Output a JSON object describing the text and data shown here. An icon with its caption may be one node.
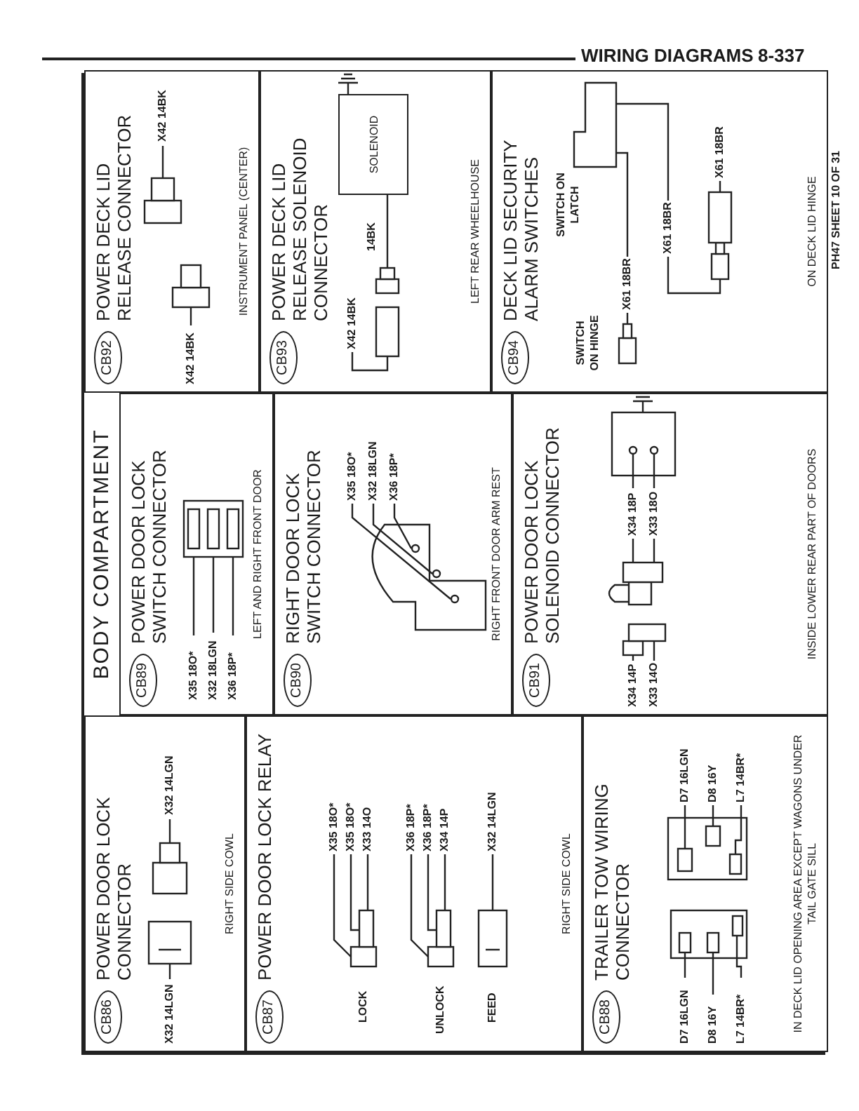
{
  "diagram": {
    "title": "WIRING DIAGRAMS",
    "nodes": [
      {
        "text": [
          "BODY COMPARTMENT"
        ]
      },
      {
        "text": [
          "POWER DOOR LOCK CONNECTOR",
          "RIGHT SIDE COWL"
        ],
        "in": 0
      },
      {
        "text": [
          "CB86"
        ],
        "in": 1
      },
      {
        "text": [
          "POWER DOOR LOCK RELAY",
          "RIGHT SIDE COWL"
        ],
        "in": 0
      },
      {
        "text": [
          "CB87"
        ],
        "in": 3
      },
      {
        "text": [
          "TRAILER TOW WIRING CONNECTOR",
          "IN DECK LID OPENING AREA EXCEPT WAGONS UNDER TAIL GATE SILL"
        ],
        "in": 0
      },
      {
        "text": [
          "CB88"
        ],
        "in": 5
      },
      {
        "text": [
          "POWER DOOR LOCK SWITCH CONNECTOR",
          "LEFT AND RIGHT FRONT DOOR"
        ],
        "in": 0
      },
      {
        "text": [
          "CB89"
        ],
        "in": 7
      },
      {
        "text": [
          "RIGHT DOOR LOCK SWITCH CONNECTOR",
          "RIGHT FRONT DOOR ARM REST"
        ],
        "in": 0
      },
      {
        "text": [
          "CB90"
        ],
        "in": 9
      },
      {
        "text": [
          "POWER DOOR LOCK SOLENOID CONNECTOR",
          "INSIDE LOWER REAR PART OF DOORS"
        ],
        "in": 0
      },
      {
        "text": [
          "CB91"
        ],
        "in": 11
      },
      {
        "text": [
          "POWER DECK LID RELEASE CONNECTOR",
          "INSTRUMENT PANEL (CENTER)"
        ],
        "in": 0
      },
      {
        "text": [
          "CB92"
        ],
        "in": 13
      },
      {
        "text": [
          "POWER DECK LID RELEASE SOLENOID CONNECTOR",
          "LEFT REAR WHEELHOUSE"
        ],
        "in": 0
      },
      {
        "text": [
          "CB93"
        ],
        "in": 15
      },
      {
        "text": [
          "SOLENOID"
        ],
        "in": 15
      },
      {
        "text": [
          "DECK LID SECURITY ALARM SWITCHES",
          "ON DECK LID HINGE"
        ],
        "in": 0
      },
      {
        "text": [
          "CB94"
        ],
        "in": 18
      }
    ],
    "labels": [
      "8-337",
      "X32 14LGN",
      "X32 14LGN",
      "LOCK",
      "X35 18O*",
      "X35 18O*",
      "X33 14O",
      "UNLOCK",
      "X36 18P*",
      "X36 18P*",
      "X34 14P",
      "FEED",
      "X32 14LGN",
      "D7 16LGN",
      "D8 16Y",
      "L7 14BR*",
      "D7 16LGN",
      "D8 16Y",
      "L7 14BR*",
      "X35 18O*",
      "X32 18LGN",
      "X36 18P*",
      "X35 18O*",
      "X32 18LGN",
      "X36 18P*",
      "X34 14P",
      "X33 14O",
      "X34 18P",
      "X33 18O",
      "X42 14BK",
      "X42 14BK",
      "X42 14BK",
      "14BK",
      "SWITCH ON HINGE",
      "SWITCH ON LATCH",
      "X61 18BR",
      "X61 18BR",
      "X61 18BR",
      "PH47 SHEET 10 OF 31"
    ]
  }
}
